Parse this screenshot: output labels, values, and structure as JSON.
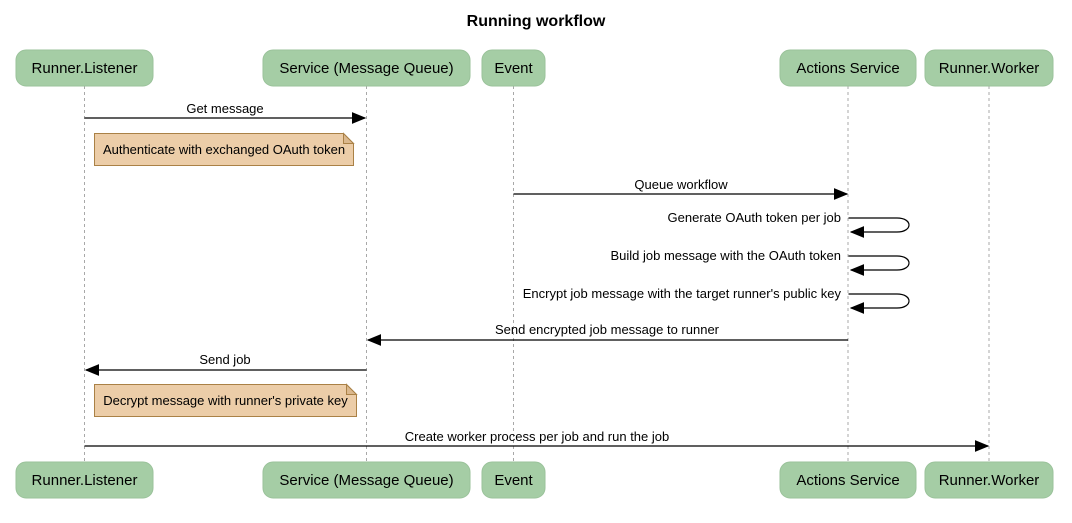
{
  "diagram": {
    "title": "Running workflow",
    "type": "sequence-diagram"
  },
  "colors": {
    "actor_fill": "#a5cda5",
    "actor_border": "#9ac29a",
    "note_fill": "#eccda8",
    "note_border": "#aa8146",
    "note_fold": "#dbb88d",
    "lifeline": "#a8a8a8",
    "line": "#000000",
    "background": "#ffffff"
  },
  "actors": [
    {
      "id": "runner-listener",
      "label": "Runner.Listener"
    },
    {
      "id": "service-message-queue",
      "label": "Service (Message Queue)"
    },
    {
      "id": "event",
      "label": "Event"
    },
    {
      "id": "actions-service",
      "label": "Actions Service"
    },
    {
      "id": "runner-worker",
      "label": "Runner.Worker"
    }
  ],
  "messages": [
    {
      "from": "Runner.Listener",
      "to": "Service (Message Queue)",
      "type": "arrow",
      "label": "Get message"
    },
    {
      "from": "Event",
      "to": "Actions Service",
      "type": "arrow",
      "label": "Queue workflow"
    },
    {
      "from": "Actions Service",
      "to": "Actions Service",
      "type": "self",
      "label": "Generate OAuth token per job"
    },
    {
      "from": "Actions Service",
      "to": "Actions Service",
      "type": "self",
      "label": "Build job message with the OAuth token"
    },
    {
      "from": "Actions Service",
      "to": "Actions Service",
      "type": "self",
      "label": "Encrypt job message with the target runner's public key"
    },
    {
      "from": "Actions Service",
      "to": "Service (Message Queue)",
      "type": "arrow",
      "label": "Send encrypted job message to runner"
    },
    {
      "from": "Service (Message Queue)",
      "to": "Runner.Listener",
      "type": "arrow",
      "label": "Send job"
    },
    {
      "from": "Runner.Listener",
      "to": "Runner.Worker",
      "type": "arrow",
      "label": "Create worker process per job and run the job"
    }
  ],
  "notes": [
    {
      "attached_to": "Runner.Listener",
      "label": "Authenticate with exchanged OAuth token"
    },
    {
      "attached_to": "Runner.Listener",
      "label": "Decrypt message with runner's private key"
    }
  ]
}
